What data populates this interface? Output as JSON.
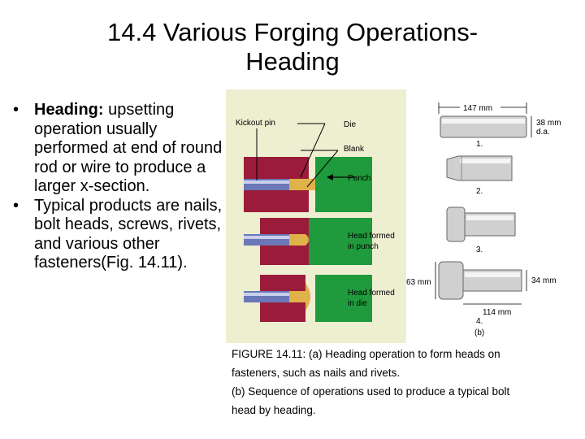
{
  "title": {
    "line1": "14.4 Various Forging Operations-",
    "line2": "Heading"
  },
  "bullets": [
    {
      "bold": "Heading:",
      "text": " upsetting operation usually performed at end of round rod or wire to produce a larger x-section."
    },
    {
      "bold": "",
      "text": "Typical products are nails, bolt heads, screws, rivets, and various other fasteners(Fig. 14.11)."
    }
  ],
  "bullet_char": "•",
  "figure_a": {
    "labels": {
      "kickout": "Kickout pin",
      "die": "Die",
      "blank": "Blank",
      "punch": "Punch",
      "head_punch_1": "Head formed",
      "head_punch_2": "in punch",
      "head_die_1": "Head formed",
      "head_die_2": "in die"
    },
    "colors": {
      "die": "#9b1c3a",
      "punch": "#1f9a3c",
      "pin": "#6a78b8",
      "blank": "#e0b24a",
      "bg": "#eaeac8"
    }
  },
  "figure_b": {
    "dim_147": "147 mm",
    "dim_38a": "38 mm",
    "dim_38b": "d.a.",
    "step1": "1.",
    "step2": "2.",
    "step3": "3.",
    "step4": "4.",
    "dim_63": "63 mm",
    "dim_34": "34 mm",
    "dim_114": "114 mm",
    "label_b": "(b)"
  },
  "caption": {
    "line1": "FIGURE 14.11: (a) Heading operation to form heads on",
    "line2": "fasteners, such as nails and rivets.",
    "line3": "(b) Sequence of operations used to produce a typical bolt",
    "line4": "head by heading."
  }
}
